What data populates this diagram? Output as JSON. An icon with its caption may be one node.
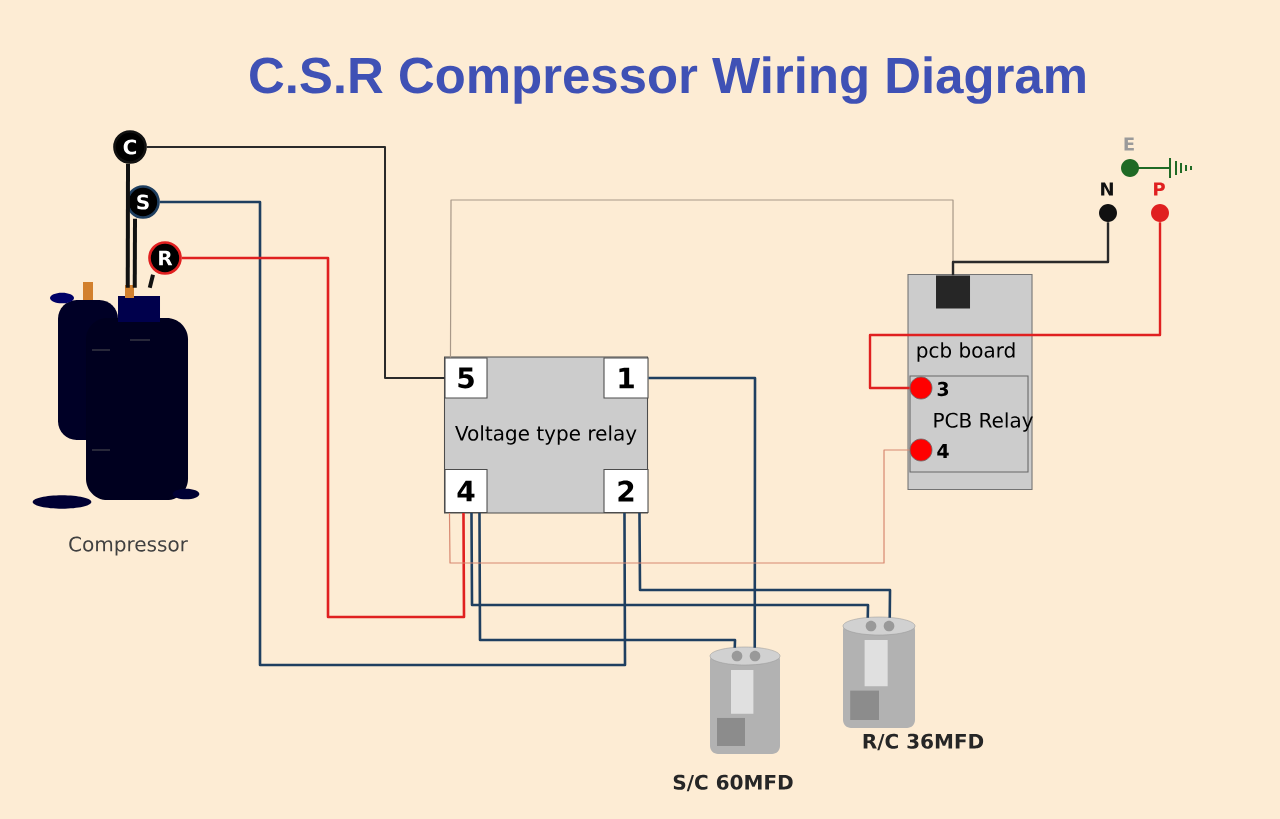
{
  "diagram": {
    "title": "C.S.R Compressor Wiring Diagram",
    "nodes": [
      {
        "text": [],
        "shape": "picture",
        "beside": [
          "Compressor"
        ]
      },
      {
        "text": [
          "C"
        ]
      },
      {
        "text": [
          "S"
        ]
      },
      {
        "text": [
          "R"
        ]
      },
      {
        "text": [
          "Voltage type relay"
        ]
      },
      {
        "text": [
          "5"
        ],
        "in": 4
      },
      {
        "text": [
          "1"
        ],
        "in": 4
      },
      {
        "text": [
          "4"
        ],
        "in": 4
      },
      {
        "text": [
          "2"
        ],
        "in": 4
      },
      {
        "text": [
          "pcb board"
        ]
      },
      {
        "text": [],
        "shape": "box",
        "in": 9
      },
      {
        "text": [
          "PCB Relay"
        ],
        "in": 9
      },
      {
        "text": [
          "3"
        ],
        "in": 11
      },
      {
        "text": [
          "4"
        ],
        "in": 11
      },
      {
        "text": [
          "E"
        ]
      },
      {
        "text": [
          "N"
        ]
      },
      {
        "text": [
          "P"
        ]
      },
      {
        "text": [],
        "shape": "picture",
        "beside": [
          "S/C 60MFD"
        ]
      },
      {
        "text": [],
        "shape": "picture",
        "beside": [
          "R/C 36MFD"
        ]
      }
    ],
    "edges": [
      {
        "from": 1,
        "to": 5,
        "arrow": "none",
        "color": "#2a2a2a"
      },
      {
        "from": 2,
        "to": 8,
        "arrow": "none",
        "color": "#1f3f60"
      },
      {
        "from": 3,
        "to": 7,
        "arrow": "none",
        "color": "#e02020"
      },
      {
        "from": 5,
        "to": 10,
        "arrow": "none",
        "color": "#a89888"
      },
      {
        "from": 6,
        "to": 17,
        "arrow": "none",
        "color": "#1f3f60"
      },
      {
        "from": 8,
        "to": 18,
        "arrow": "none",
        "color": "#1f3f60"
      },
      {
        "from": 7,
        "to": 18,
        "arrow": "none",
        "color": "#1f3f60"
      },
      {
        "from": 7,
        "to": 17,
        "arrow": "none",
        "color": "#1f3f60"
      },
      {
        "from": 7,
        "to": 13,
        "arrow": "none",
        "color": "#d88870"
      },
      {
        "from": 10,
        "to": 15,
        "arrow": "none",
        "color": "#2a2a2a"
      },
      {
        "from": 16,
        "to": 12,
        "arrow": "none",
        "color": "#e02020"
      },
      {
        "from": 1,
        "to": 0,
        "arrow": "none",
        "color": "#111111"
      },
      {
        "from": 2,
        "to": 0,
        "arrow": "none",
        "color": "#111111"
      },
      {
        "from": 3,
        "to": 0,
        "arrow": "none",
        "color": "#111111"
      }
    ]
  }
}
